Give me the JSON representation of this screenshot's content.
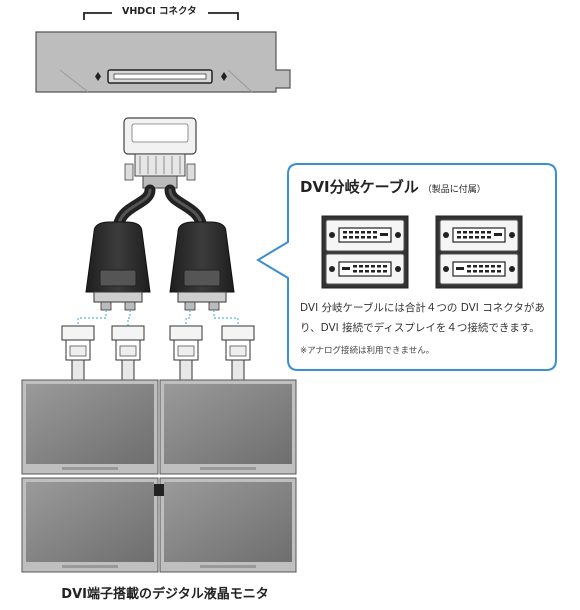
{
  "card": {
    "connector_label": "VHDCI コネクタ"
  },
  "callout": {
    "title": "DVI分岐ケーブル",
    "title_note": "（製品に付属）",
    "body": "DVI 分岐ケーブルには合計４つの DVI コネクタがあり、DVI 接続でディスプレイを４つ接続できます。",
    "note": "※アナログ接続は利用できません。"
  },
  "caption": "DVI端子搭載のデジタル液晶モニタ",
  "colors": {
    "callout_border": "#3a8fd4",
    "cable_dark": "#2a2a2a",
    "card_body": "#bdbdbd",
    "monitor_screen": "#8a8a8a",
    "dotted_link": "#5ab4e0"
  }
}
